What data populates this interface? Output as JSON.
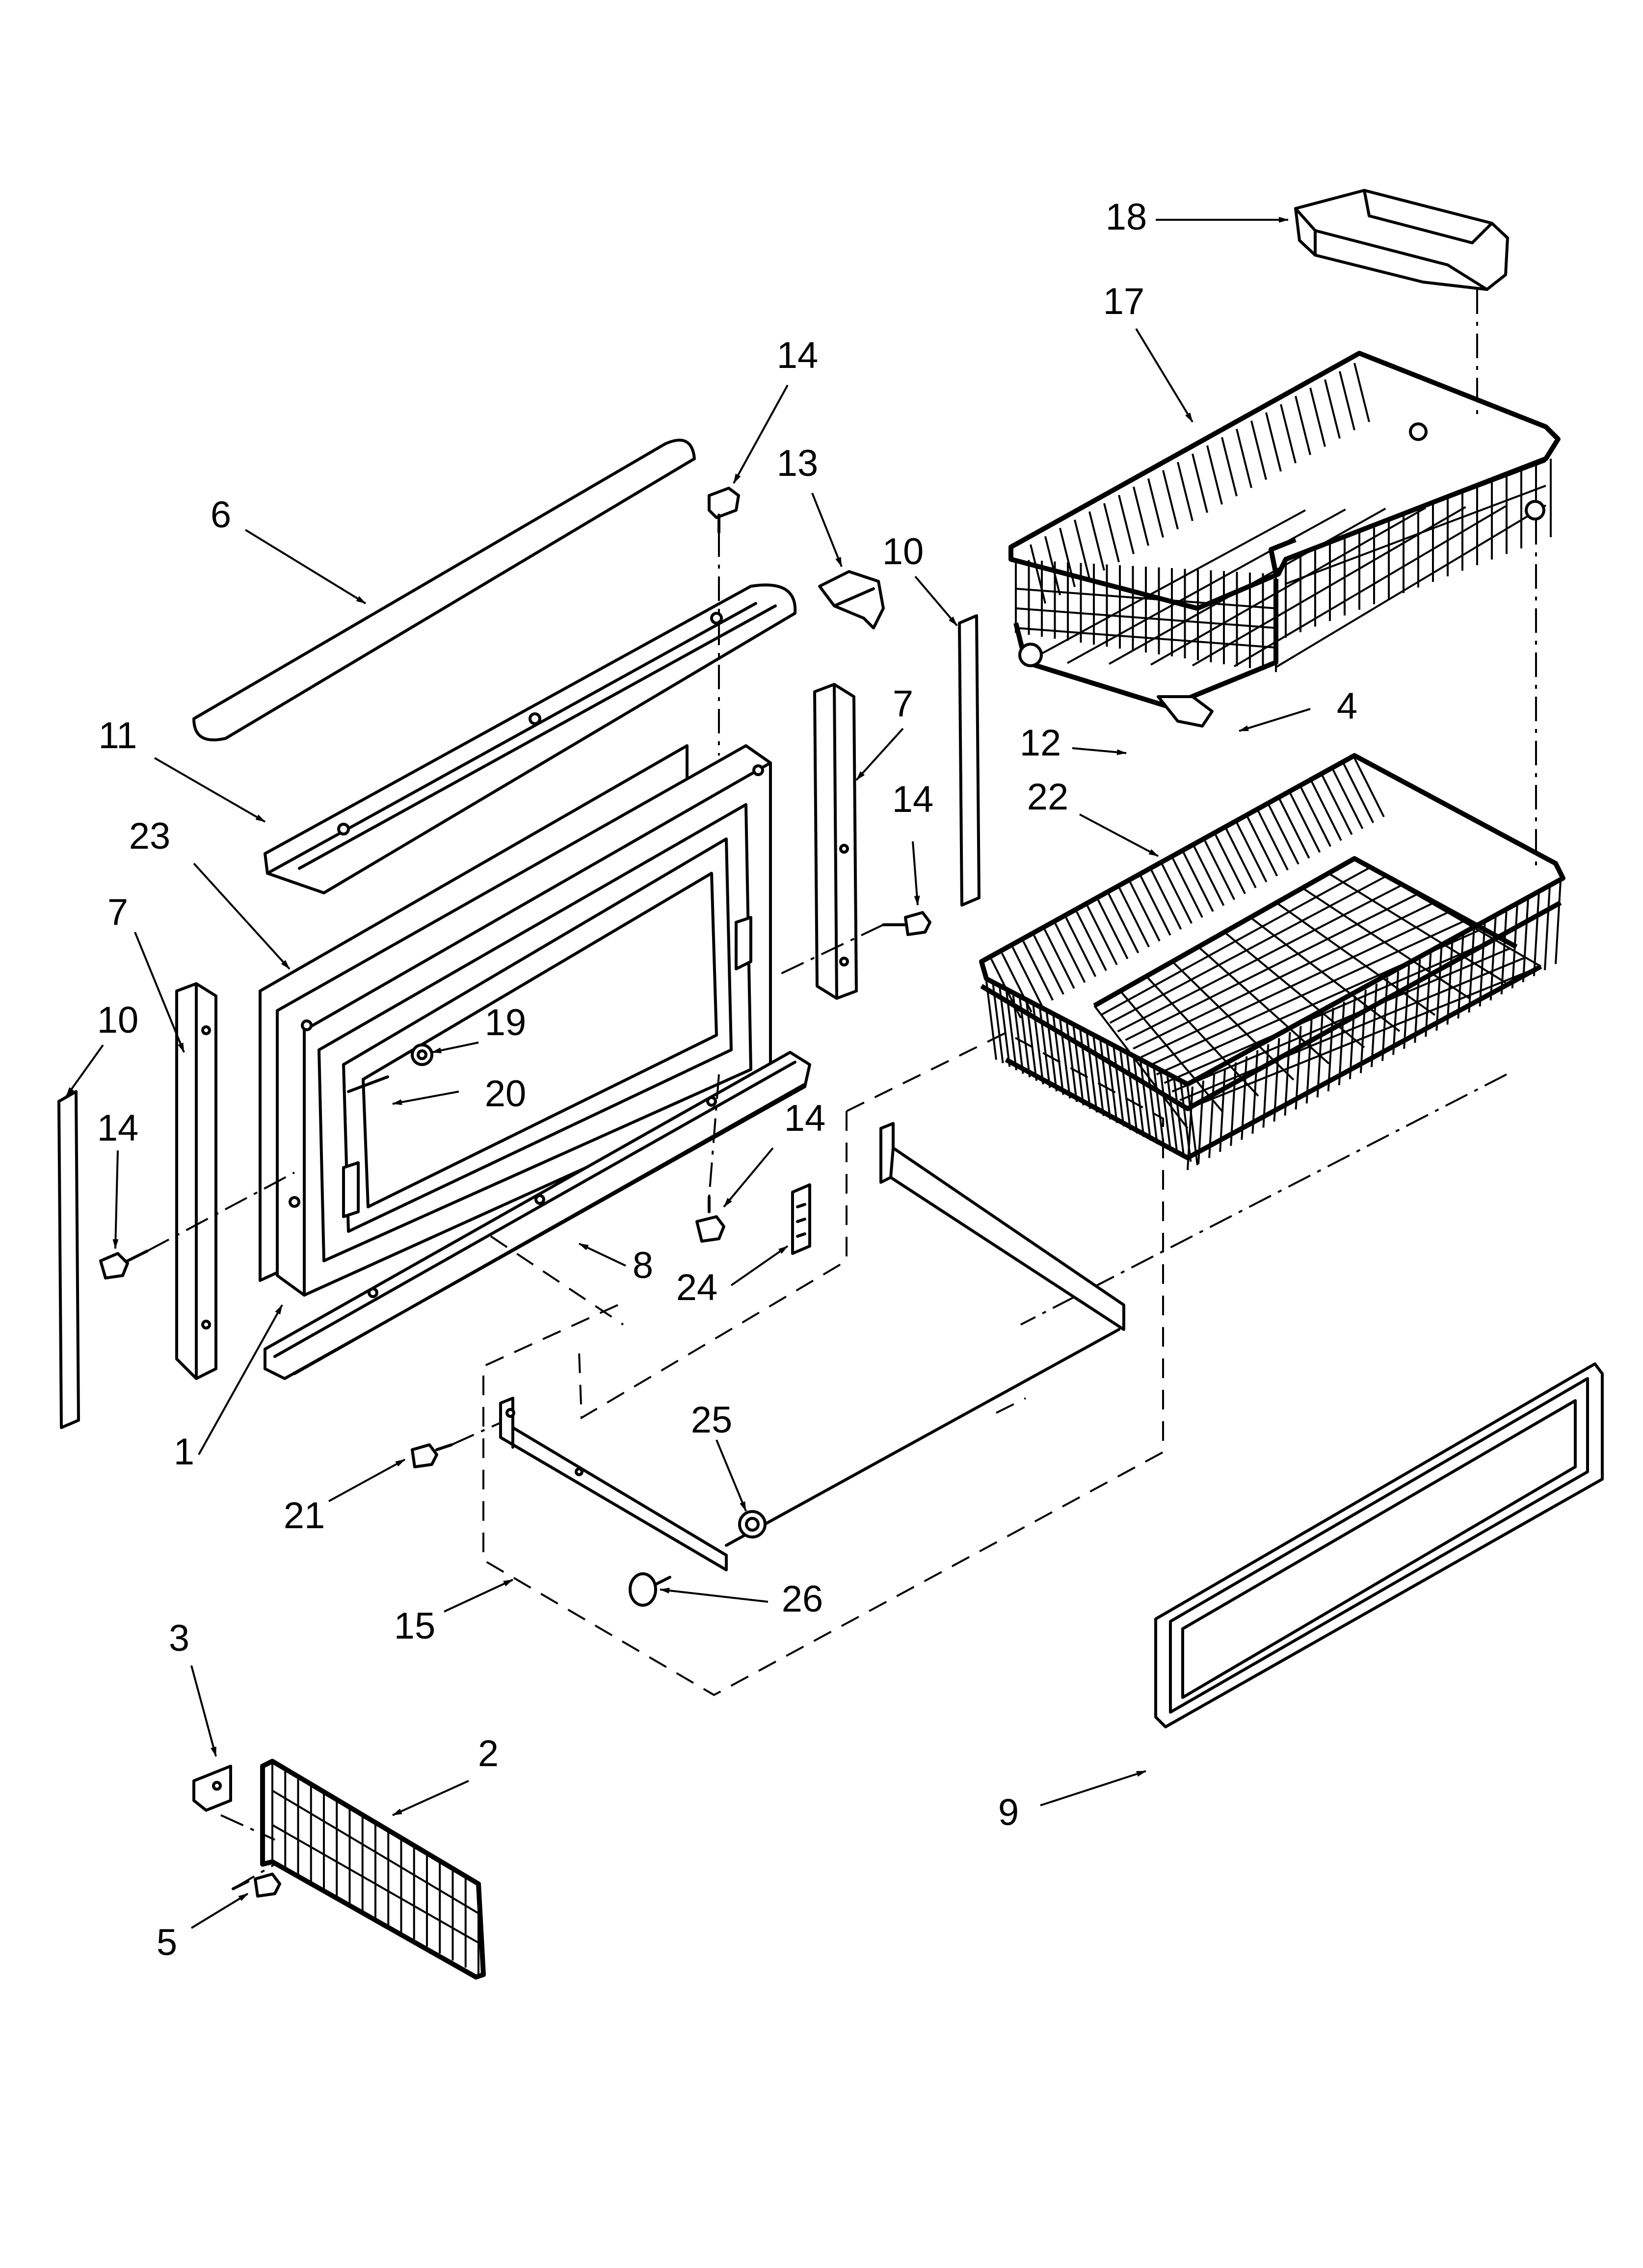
{
  "callouts": [
    {
      "id": "c18",
      "label": "18"
    },
    {
      "id": "c17",
      "label": "17"
    },
    {
      "id": "c14a",
      "label": "14"
    },
    {
      "id": "c13",
      "label": "13"
    },
    {
      "id": "c6",
      "label": "6"
    },
    {
      "id": "c10a",
      "label": "10"
    },
    {
      "id": "c7a",
      "label": "7"
    },
    {
      "id": "c4",
      "label": "4"
    },
    {
      "id": "c12",
      "label": "12"
    },
    {
      "id": "c11",
      "label": "11"
    },
    {
      "id": "c14b",
      "label": "14"
    },
    {
      "id": "c22",
      "label": "22"
    },
    {
      "id": "c23",
      "label": "23"
    },
    {
      "id": "c7b",
      "label": "7"
    },
    {
      "id": "c10b",
      "label": "10"
    },
    {
      "id": "c19",
      "label": "19"
    },
    {
      "id": "c20",
      "label": "20"
    },
    {
      "id": "c14c",
      "label": "14"
    },
    {
      "id": "c14d",
      "label": "14"
    },
    {
      "id": "c8",
      "label": "8"
    },
    {
      "id": "c24",
      "label": "24"
    },
    {
      "id": "c1",
      "label": "1"
    },
    {
      "id": "c25",
      "label": "25"
    },
    {
      "id": "c21",
      "label": "21"
    },
    {
      "id": "c26",
      "label": "26"
    },
    {
      "id": "c15",
      "label": "15"
    },
    {
      "id": "c3",
      "label": "3"
    },
    {
      "id": "c2",
      "label": "2"
    },
    {
      "id": "c9",
      "label": "9"
    },
    {
      "id": "c5",
      "label": "5"
    }
  ]
}
